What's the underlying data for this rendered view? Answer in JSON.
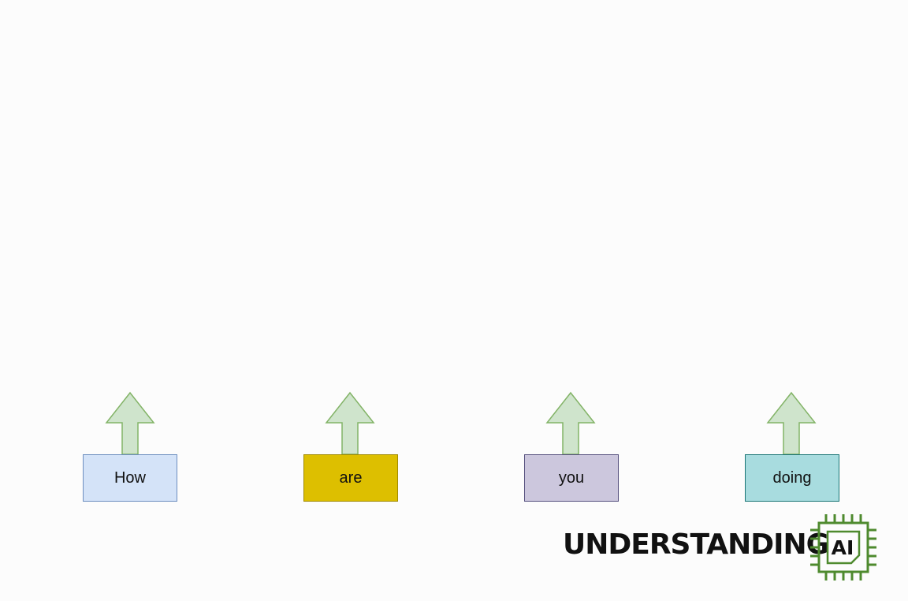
{
  "tokens": [
    {
      "label": "How",
      "fill": "#d4e3f8",
      "stroke": "#6c8ebf"
    },
    {
      "label": "are",
      "fill": "#ddbf00",
      "stroke": "#a08a00"
    },
    {
      "label": "you",
      "fill": "#ccc7dd",
      "stroke": "#56517e"
    },
    {
      "label": "doing",
      "fill": "#a8dcdf",
      "stroke": "#1a7575"
    }
  ],
  "arrow_style": {
    "fill": "#cfe4cc",
    "stroke": "#82b366"
  },
  "logo": {
    "wordmark": "UNDERSTANDING",
    "chip_text": "AI",
    "color": "#4e8a2e"
  }
}
